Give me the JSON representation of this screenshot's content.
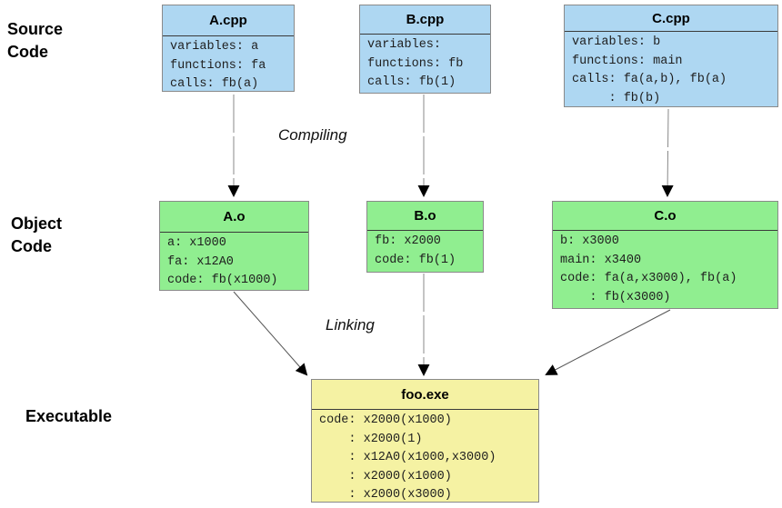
{
  "section_labels": {
    "source_line1": "Source",
    "source_line2": "Code",
    "object_line1": "Object",
    "object_line2": "Code",
    "executable": "Executable"
  },
  "process_labels": {
    "compiling": "Compiling",
    "linking": "Linking"
  },
  "boxes": {
    "a_cpp": {
      "title": "A.cpp",
      "lines": [
        "variables: a",
        "functions: fa",
        "calls: fb(a)"
      ]
    },
    "b_cpp": {
      "title": "B.cpp",
      "lines": [
        "variables:",
        "functions: fb",
        "calls: fb(1)"
      ]
    },
    "c_cpp": {
      "title": "C.cpp",
      "lines": [
        "variables: b",
        "functions: main",
        "calls: fa(a,b), fb(a)",
        "     : fb(b)"
      ]
    },
    "a_o": {
      "title": "A.o",
      "lines": [
        "a: x1000",
        "fa: x12A0",
        "code: fb(x1000)"
      ]
    },
    "b_o": {
      "title": "B.o",
      "lines": [
        "fb: x2000",
        "code: fb(1)"
      ]
    },
    "c_o": {
      "title": "C.o",
      "lines": [
        "b: x3000",
        "main: x3400",
        "code: fa(a,x3000), fb(a)",
        "    : fb(x3000)"
      ]
    },
    "foo_exe": {
      "title": "foo.exe",
      "lines": [
        "code: x2000(x1000)",
        "    : x2000(1)",
        "    : x12A0(x1000,x3000)",
        "    : x2000(x1000)",
        "    : x2000(x3000)"
      ]
    }
  },
  "colors": {
    "source_box": "#aed7f2",
    "object_box": "#90ee90",
    "executable_box": "#f5f2a3"
  }
}
